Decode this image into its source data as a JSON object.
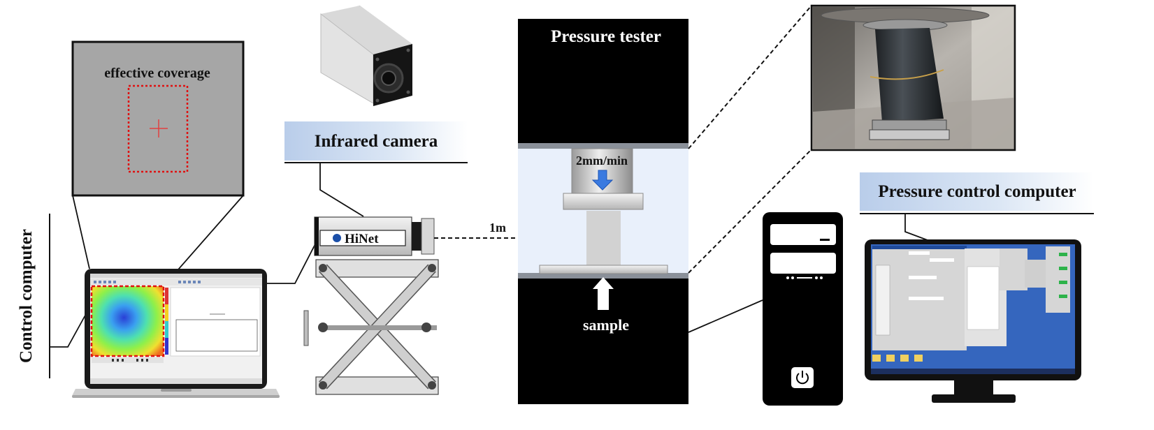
{
  "labels": {
    "effective_coverage": "effective coverage",
    "infrared_camera": "Infrared camera",
    "control_computer": "Control computer",
    "camera_brand": "HiNet",
    "distance": "1m",
    "pressure_tester": "Pressure tester",
    "speed": "2mm/min",
    "sample": "sample",
    "pressure_control_computer": "Pressure control computer"
  }
}
